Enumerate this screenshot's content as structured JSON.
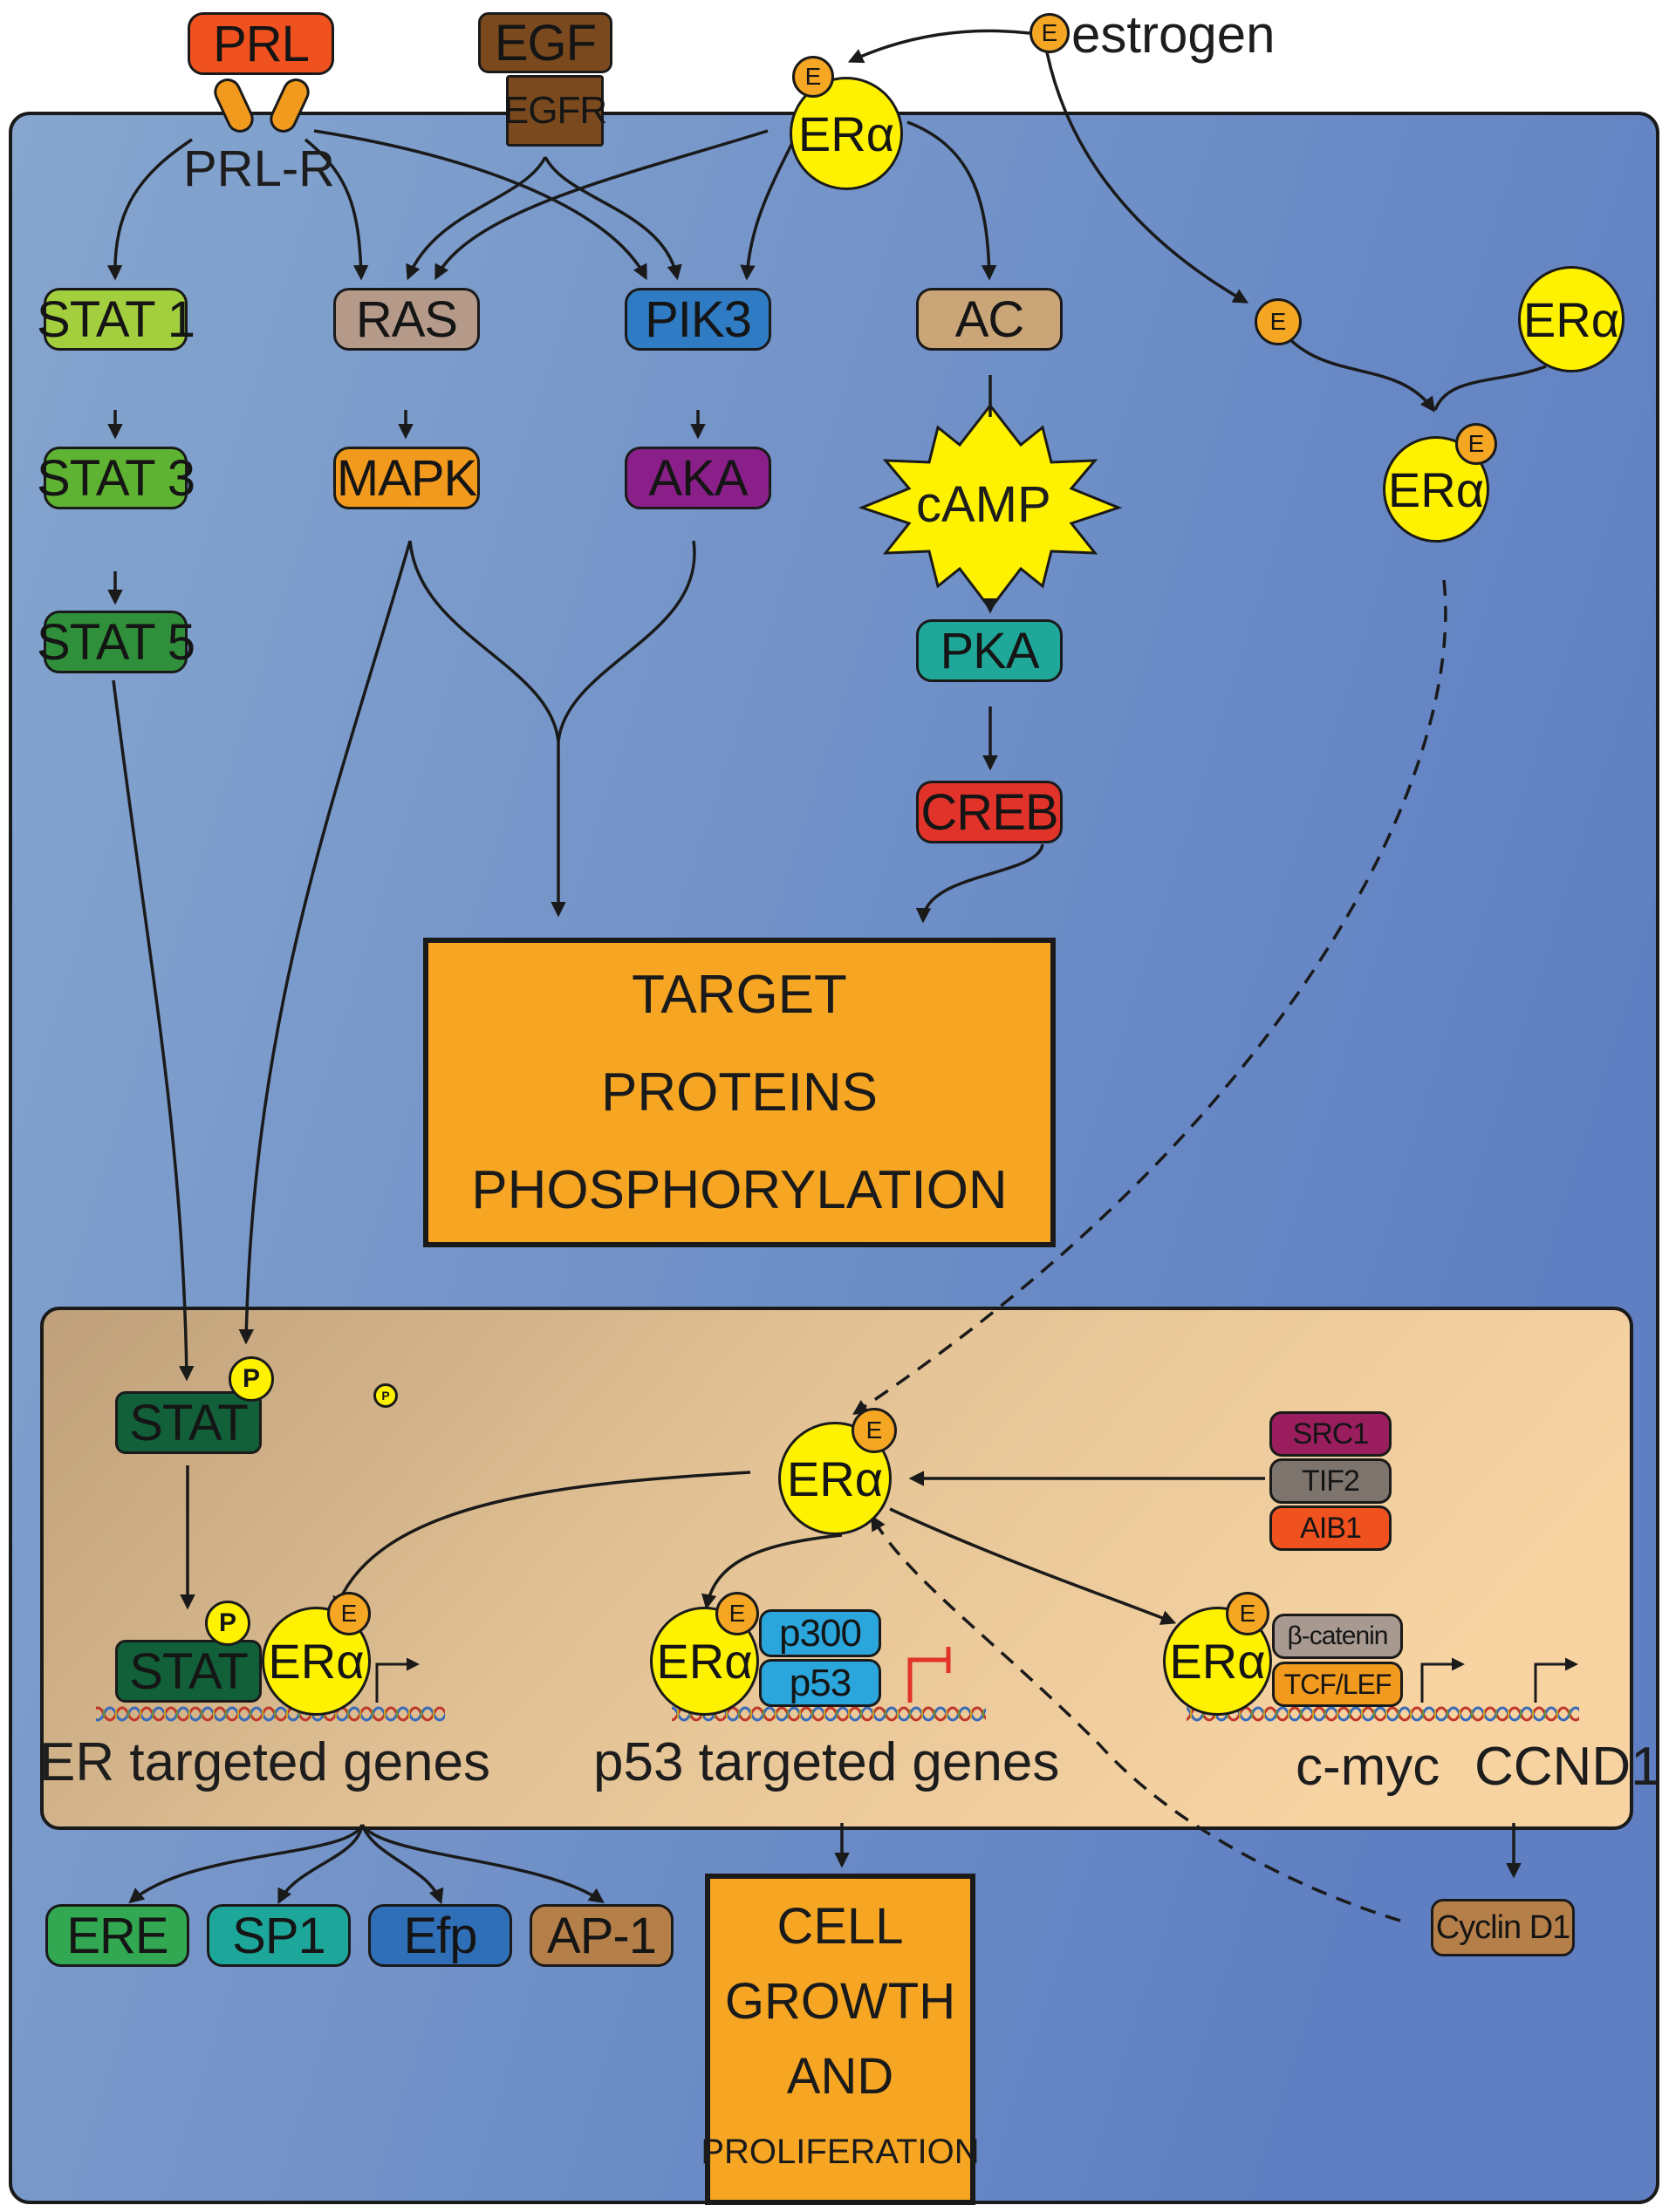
{
  "ligands": {
    "prl": "PRL",
    "prl_receptor": "PRL-R",
    "egf": "EGF",
    "egfr": "EGFR",
    "estrogen": "estrogen",
    "e_symbol": "E"
  },
  "receptor": {
    "era": "ERα"
  },
  "membrane_pathways": {
    "stat1": "STAT 1",
    "stat3": "STAT 3",
    "stat5": "STAT 5",
    "ras": "RAS",
    "mapk": "MAPK",
    "pik3": "PIK3",
    "aka": "AKA",
    "ac": "AC",
    "camp": "cAMP",
    "pka": "PKA",
    "creb": "CREB"
  },
  "target_box": {
    "line1": "TARGET",
    "line2": "PROTEINS",
    "line3": "PHOSPHORYLATION"
  },
  "nucleus": {
    "stat": "STAT",
    "p_symbol": "P",
    "coactivators": [
      "SRC1",
      "TIF2",
      "AIB1"
    ],
    "p300": "p300",
    "p53": "p53",
    "beta_catenin": "β-catenin",
    "tcf_lef": "TCF/LEF",
    "er_genes": "ER targeted genes",
    "p53_genes": "p53 targeted genes",
    "cmyc": "c-myc",
    "ccnd1": "CCND1"
  },
  "outputs": {
    "ere": "ERE",
    "sp1": "SP1",
    "efp": "Efp",
    "ap1": "AP-1",
    "cyclin_d1": "Cyclin D1"
  },
  "growth_box": {
    "line1": "CELL",
    "line2": "GROWTH",
    "line3": "AND",
    "line4": "PROLIFERATION"
  },
  "colors": {
    "prl": "#f0521f",
    "egf": "#7a4a1e",
    "stat1": "#a3cf3e",
    "stat3": "#5fb332",
    "stat5": "#2f8f3a",
    "ras": "#b59a8a",
    "mapk": "#f29a1d",
    "pik3": "#2f7cc4",
    "aka": "#8a1f8a",
    "ac": "#c9a578",
    "pka": "#1fa89a",
    "creb": "#e2332a",
    "stat_nuclear": "#11603a",
    "src1": "#9a1d5e",
    "tif2": "#7d756d",
    "aib1": "#f0521f",
    "p300": "#2aa6dc",
    "beta_catenin": "#a89a90",
    "tcf_lef": "#f29a1d",
    "ere": "#32a853",
    "sp1": "#1da79a",
    "efp": "#2f6fb8",
    "ap1": "#b57f4a",
    "cyclin": "#b57f4a",
    "highlight": "#f6a623",
    "era": "#fff200"
  }
}
